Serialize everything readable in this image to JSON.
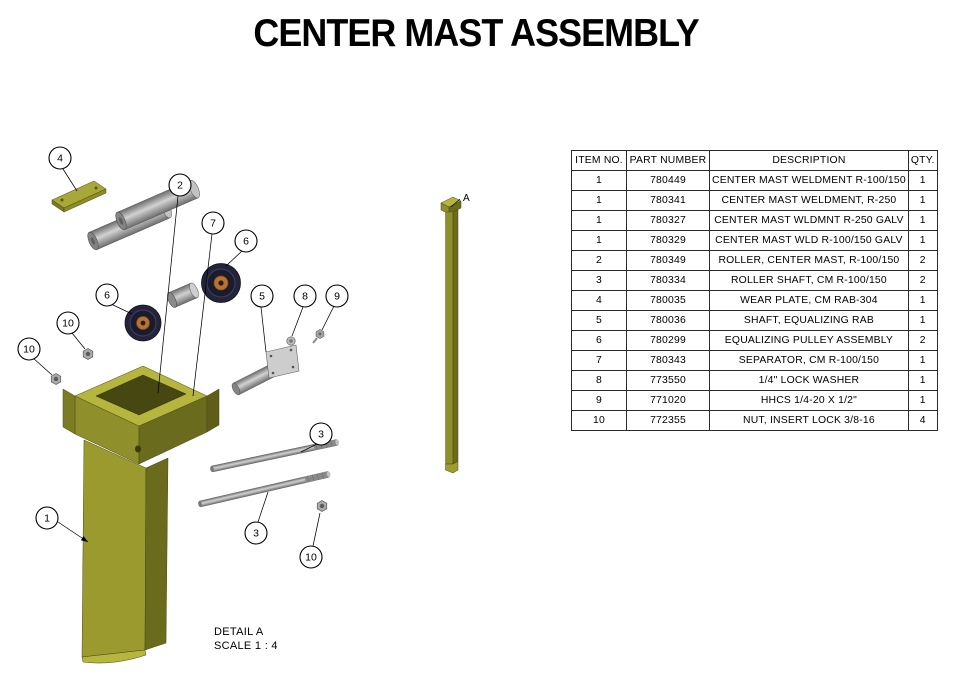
{
  "title": "CENTER MAST ASSEMBLY",
  "colors": {
    "mast_light": "#b5b53f",
    "mast_mid": "#8f8f2b",
    "mast_dark": "#6b6b1d",
    "pocket": "#474712",
    "steel_light": "#d2d2d2",
    "steel_mid": "#9a9a9a",
    "steel_dark": "#6e6e6e",
    "pulley_dark": "#23233a",
    "hub_copper": "#b87333",
    "line": "#000000"
  },
  "balloons": [
    "4",
    "2",
    "7",
    "6",
    "6",
    "5",
    "8",
    "9",
    "10",
    "10",
    "3",
    "3",
    "10",
    "1"
  ],
  "detail_view": {
    "marker": "A",
    "caption_line1": "DETAIL A",
    "caption_line2": "SCALE 1 : 4"
  },
  "table": {
    "headers": [
      "ITEM NO.",
      "PART NUMBER",
      "DESCRIPTION",
      "QTY."
    ],
    "rows": [
      [
        "1",
        "780449",
        "CENTER MAST WELDMENT R-100/150",
        "1"
      ],
      [
        "1",
        "780341",
        "CENTER MAST WELDMENT, R-250",
        "1"
      ],
      [
        "1",
        "780327",
        "CENTER MAST WLDMNT R-250 GALV",
        "1"
      ],
      [
        "1",
        "780329",
        "CENTER MAST WLD R-100/150 GALV",
        "1"
      ],
      [
        "2",
        "780349",
        "ROLLER, CENTER MAST, R-100/150",
        "2"
      ],
      [
        "3",
        "780334",
        "ROLLER SHAFT, CM R-100/150",
        "2"
      ],
      [
        "4",
        "780035",
        "WEAR PLATE, CM RAB-304",
        "1"
      ],
      [
        "5",
        "780036",
        "SHAFT, EQUALIZING RAB",
        "1"
      ],
      [
        "6",
        "780299",
        "EQUALIZING PULLEY ASSEMBLY",
        "2"
      ],
      [
        "7",
        "780343",
        "SEPARATOR, CM R-100/150",
        "1"
      ],
      [
        "8",
        "773550",
        "1/4\" LOCK WASHER",
        "1"
      ],
      [
        "9",
        "771020",
        "HHCS 1/4-20 X 1/2\"",
        "1"
      ],
      [
        "10",
        "772355",
        "NUT, INSERT LOCK 3/8-16",
        "4"
      ]
    ]
  }
}
